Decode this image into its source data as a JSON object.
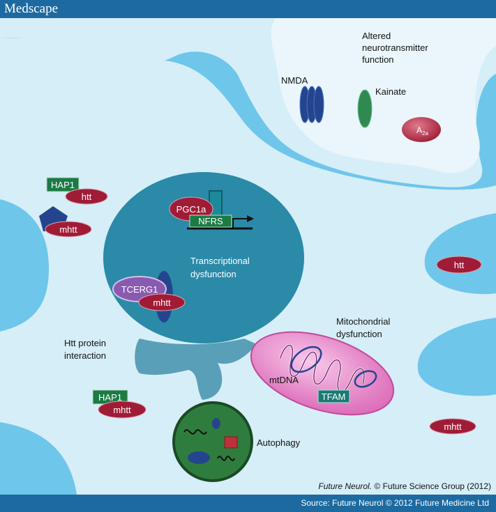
{
  "header": {
    "brand": "Medscape"
  },
  "footer": {
    "source": "Source: Future Neurol © 2012 Future Medicine Ltd"
  },
  "credit": {
    "journal": "Future Neurol.",
    "text": " © Future Science Group (2012)"
  },
  "labels": {
    "altered_1": "Altered",
    "altered_2": "neurotransmitter",
    "altered_3": "function",
    "nmda": "NMDA",
    "kainate": "Kainate",
    "a2a": "A",
    "a2a_sub": "2a",
    "transcriptional_1": "Transcriptional",
    "transcriptional_2": "dysfunction",
    "htt_interaction_1": "Htt protein",
    "htt_interaction_2": "interaction",
    "mito_1": "Mitochondrial",
    "mito_2": "dysfunction",
    "mtdna": "mtDNA",
    "tfam": "TFAM",
    "autophagy": "Autophagy"
  },
  "proteins": {
    "hap1_top": "HAP1",
    "htt_top": "htt",
    "mhtt_left": "mhtt",
    "pgc1a": "PGC1a",
    "nfrs": "NFRS",
    "tcerg1": "TCERG1",
    "mhtt_nucleus": "mhtt",
    "htt_right": "htt",
    "hap1_bottom": "HAP1",
    "mhtt_bottom": "mhtt",
    "mhtt_right": "mhtt"
  },
  "colors": {
    "background": "#6ec6ea",
    "cytoplasm": "#d6eef8",
    "nucleus": "#2a8aa8",
    "dark_red": "#a01c36",
    "dark_green": "#1c7a44",
    "dark_blue": "#24458e",
    "purple": "#8a5ab0",
    "autophagy_green": "#2f7d3e",
    "mitochondria_pink": "#e77cc4"
  }
}
